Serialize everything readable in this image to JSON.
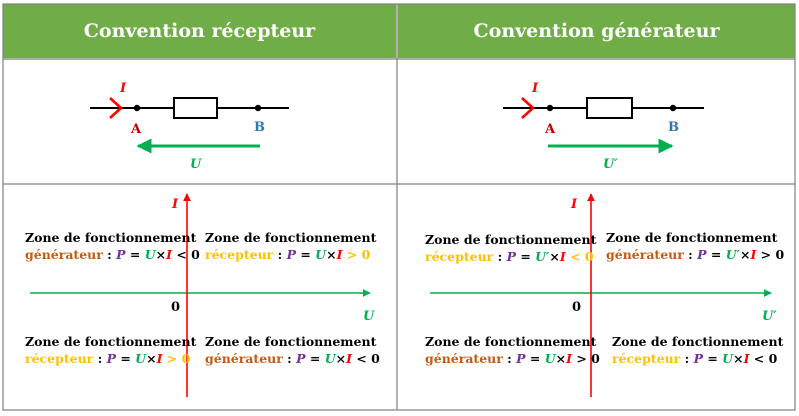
{
  "headers": {
    "left": "Convention récepteur",
    "right": "Convention générateur"
  },
  "colors": {
    "header_bg": "#70ad47",
    "grid": "#7f7f7f",
    "current": "#ff0000",
    "voltage": "#00b050",
    "point": "#2e75b6",
    "generator_text": "#c55a11",
    "receiver_text": "#ffc000",
    "power": "#7030a0"
  },
  "left_circuit": {
    "current": "I",
    "point_a": "A",
    "point_b": "B",
    "voltage": "U"
  },
  "right_circuit": {
    "current": "I",
    "point_a": "A",
    "point_b": "B",
    "voltage": "U′"
  },
  "left_axes": {
    "y": "I",
    "x": "U",
    "origin": "0"
  },
  "right_axes": {
    "y": "I",
    "x": "U′",
    "origin": "0"
  },
  "zones": {
    "title": "Zone de fonctionnement",
    "left_tl": {
      "mode": "générateur",
      "sep": " : ",
      "p": "P",
      "eq": " = ",
      "u": "U",
      "times": "×",
      "i": "I",
      "cmp": " < 0"
    },
    "left_tr": {
      "mode": "récepteur",
      "sep": " : ",
      "p": "P",
      "eq": " = ",
      "u": "U",
      "times": "×",
      "i": "I",
      "cmp": " > 0"
    },
    "left_bl": {
      "mode": "récepteur",
      "sep": " : ",
      "p": "P",
      "eq": " = ",
      "u": "U",
      "times": "×",
      "i": "I",
      "cmp": " > 0"
    },
    "left_br": {
      "mode": "générateur",
      "sep": " : ",
      "p": "P",
      "eq": " = ",
      "u": "U",
      "times": "×",
      "i": "I",
      "cmp": " < 0"
    },
    "right_tl": {
      "mode": "récepteur",
      "sep": " : ",
      "p": "P",
      "eq": " = ",
      "u": "U′",
      "times": "×",
      "i": "I",
      "cmp": " < 0"
    },
    "right_tr": {
      "mode": "générateur",
      "sep": " : ",
      "p": "P",
      "eq": " = ",
      "u": "U′",
      "times": "×",
      "i": "I",
      "cmp": " > 0"
    },
    "right_bl": {
      "mode": "générateur",
      "sep": " : ",
      "p": "P",
      "eq": " = ",
      "u": "U",
      "times": "×",
      "i": "I",
      "cmp": " > 0"
    },
    "right_br": {
      "mode": "récepteur",
      "sep": " : ",
      "p": "P",
      "eq": " = ",
      "u": "U",
      "times": "×",
      "i": "I",
      "cmp": " < 0"
    }
  }
}
